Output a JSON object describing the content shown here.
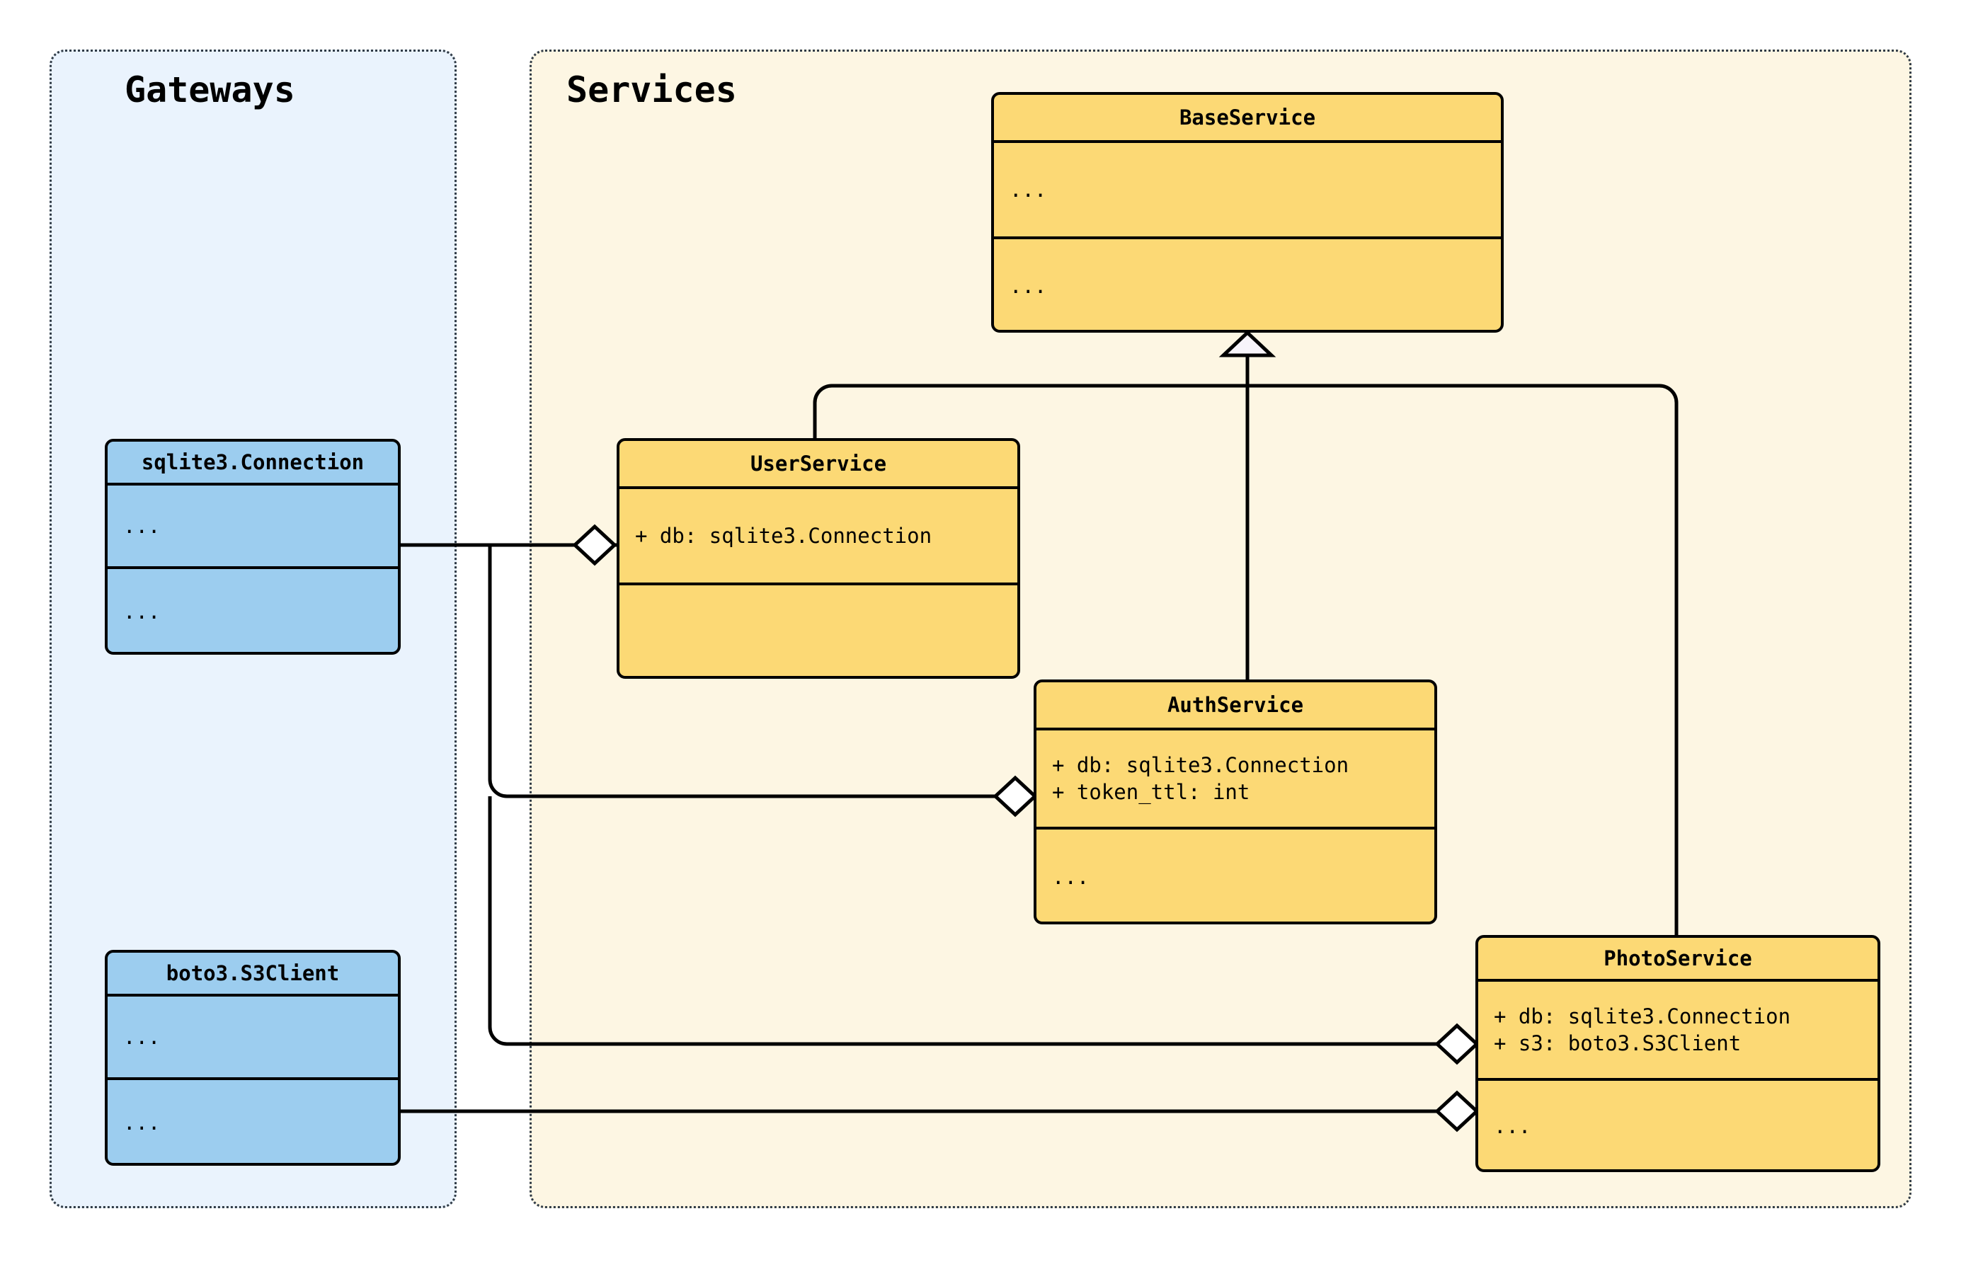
{
  "diagram": {
    "type": "uml-class-diagram",
    "background": "#ffffff",
    "colors": {
      "gateway_panel_fill": "#eaf3fd",
      "gateway_panel_border": "#2f3a45",
      "service_panel_fill": "#fdf6e3",
      "service_panel_border": "#2f3a45",
      "gateway_class_fill": "#9ccdef",
      "service_class_fill": "#fcd975",
      "edge_stroke": "#000000",
      "arrow_fill": "#f7f4fa",
      "diamond_fill": "#ffffff"
    }
  },
  "panels": [
    {
      "id": "gateways",
      "title": "Gateways"
    },
    {
      "id": "services",
      "title": "Services"
    }
  ],
  "classes": {
    "base_service": {
      "name": "BaseService",
      "attributes": "...",
      "operations": "..."
    },
    "user_service": {
      "name": "UserService",
      "attributes": "+ db: sqlite3.Connection",
      "operations": ""
    },
    "auth_service": {
      "name": "AuthService",
      "attributes": "+ db: sqlite3.Connection\n+ token_ttl: int",
      "operations": "..."
    },
    "photo_service": {
      "name": "PhotoService",
      "attributes": "+ db: sqlite3.Connection\n+ s3: boto3.S3Client",
      "operations": "..."
    },
    "sqlite_connection": {
      "name": "sqlite3.Connection",
      "attributes": "...",
      "operations": "..."
    },
    "s3_client": {
      "name": "boto3.S3Client",
      "attributes": "...",
      "operations": "..."
    }
  },
  "relationships": [
    {
      "kind": "generalization",
      "from": "UserService",
      "to": "BaseService"
    },
    {
      "kind": "generalization",
      "from": "AuthService",
      "to": "BaseService"
    },
    {
      "kind": "generalization",
      "from": "PhotoService",
      "to": "BaseService"
    },
    {
      "kind": "aggregation",
      "from": "sqlite3.Connection",
      "to": "UserService",
      "role": "db"
    },
    {
      "kind": "aggregation",
      "from": "sqlite3.Connection",
      "to": "AuthService",
      "role": "db"
    },
    {
      "kind": "aggregation",
      "from": "sqlite3.Connection",
      "to": "PhotoService",
      "role": "db"
    },
    {
      "kind": "aggregation",
      "from": "boto3.S3Client",
      "to": "PhotoService",
      "role": "s3"
    }
  ]
}
